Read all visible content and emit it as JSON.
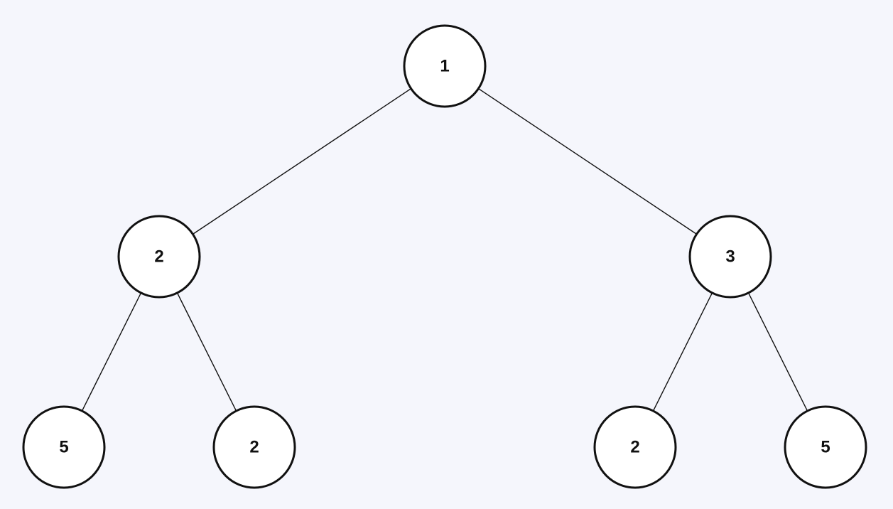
{
  "tree": {
    "nodes": [
      {
        "id": "root",
        "value": "1"
      },
      {
        "id": "left",
        "value": "2"
      },
      {
        "id": "right",
        "value": "3"
      },
      {
        "id": "left-left",
        "value": "5"
      },
      {
        "id": "left-right",
        "value": "2"
      },
      {
        "id": "right-left",
        "value": "2"
      },
      {
        "id": "right-right",
        "value": "5"
      }
    ],
    "edges": [
      {
        "from": "root",
        "to": "left"
      },
      {
        "from": "root",
        "to": "right"
      },
      {
        "from": "left",
        "to": "left-left"
      },
      {
        "from": "left",
        "to": "left-right"
      },
      {
        "from": "right",
        "to": "right-left"
      },
      {
        "from": "right",
        "to": "right-right"
      }
    ]
  },
  "colors": {
    "background": "#f5f6fc",
    "node_fill": "#ffffff",
    "stroke": "#111111"
  }
}
